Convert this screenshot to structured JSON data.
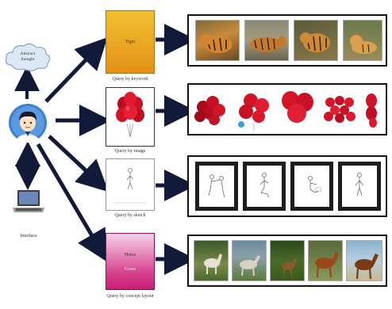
{
  "cloud_text": [
    "Abstract",
    "thought"
  ],
  "user_caption": "",
  "interface_caption": "Interface",
  "queries": [
    {
      "caption": "Query by keyword",
      "box_text": "Tiger"
    },
    {
      "caption": "Query by image",
      "box_text": ""
    },
    {
      "caption": "Query by sketch",
      "box_text": ""
    },
    {
      "caption": "Query by concept layout",
      "box_text_top": "Horse",
      "box_text_bottom": "Grass"
    }
  ],
  "results": {
    "tiger_count": 4,
    "balloon_count": 5,
    "sketch_count": 4,
    "horse_count": 5
  },
  "colors": {
    "keyword_box": "#e9a21a",
    "balloon_red": "#d10f24",
    "concept_box": "#c81f78",
    "arrow": "#121a3a",
    "user_head": "#4a90d9"
  }
}
